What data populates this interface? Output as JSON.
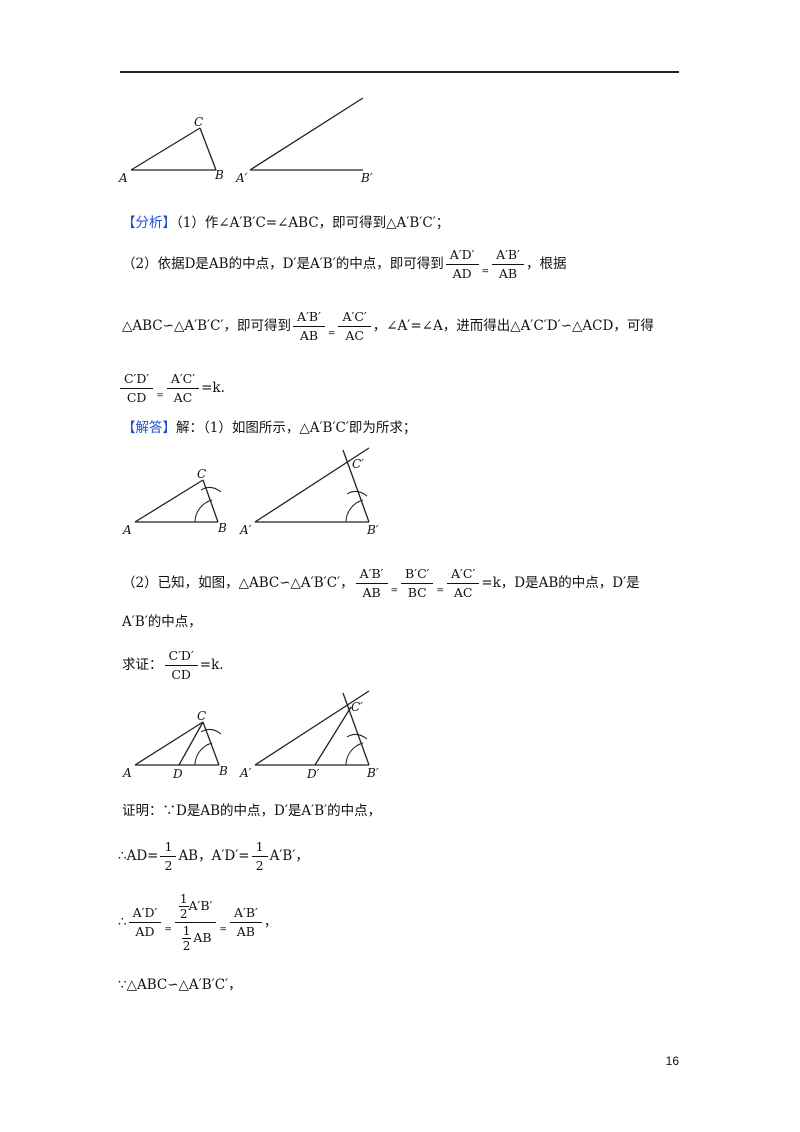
{
  "page_number": "16",
  "figure_labels": {
    "A": "A",
    "B": "B",
    "C": "C",
    "D": "D",
    "Ap": "A′",
    "Bp": "B′",
    "Cp": "C′",
    "Dp": "D′"
  },
  "analysis": {
    "tag": "【分析】",
    "p1": "（1）作∠A′B′C=∠ABC，即可得到△A′B′C′；",
    "p2_lead": "（2）依据D是AB的中点，D′是A′B′的中点，即可得到",
    "p2_f1_num": "A′D′",
    "p2_f1_den": "AD",
    "eq": "=",
    "p2_f2_num": "A′B′",
    "p2_f2_den": "AB",
    "p2_tail": "，根据",
    "p3_lead": "△ABC∽△A′B′C′，即可得到",
    "p3_f1_num": "A′B′",
    "p3_f1_den": "AB",
    "p3_f2_num": "A′C′",
    "p3_f2_den": "AC",
    "p3_tail": "，∠A′=∠A，进而得出△A′C′D′∽△ACD，可得",
    "p4_f1_num": "C′D′",
    "p4_f1_den": "CD",
    "p4_f2_num": "A′C′",
    "p4_f2_den": "AC",
    "p4_tail": "=k."
  },
  "solution": {
    "tag": "【解答】",
    "p1": "解：（1）如图所示，△A′B′C′即为所求；",
    "p2_lead": "（2）已知，如图，△ABC∽△A′B′C′，",
    "p2_f1_num": "A′B′",
    "p2_f1_den": "AB",
    "p2_f2_num": "B′C′",
    "p2_f2_den": "BC",
    "p2_f3_num": "A′C′",
    "p2_f3_den": "AC",
    "p2_tail": "=k，D是AB的中点，D′是",
    "p3": "A′B′的中点，",
    "p4_lead": "求证：",
    "p4_f_num": "C′D′",
    "p4_f_den": "CD",
    "p4_tail": "=k.",
    "proof1": "证明：∵D是AB的中点，D′是A′B′的中点，",
    "proof2_lead": "∴AD=",
    "half_num": "1",
    "half_den": "2",
    "proof2_mid": "AB，A′D′=",
    "proof2_tail": "A′B′，",
    "proof3_lead": "∴",
    "proof3_f1_num": "A′D′",
    "proof3_f1_den": "AD",
    "proof3_num_tail": "A′B′",
    "proof3_den_tail": "AB",
    "proof3_f3_num": "A′B′",
    "proof3_f3_den": "AB",
    "proof3_tail": "，",
    "proof4": "∵△ABC∽△A′B′C′，"
  }
}
